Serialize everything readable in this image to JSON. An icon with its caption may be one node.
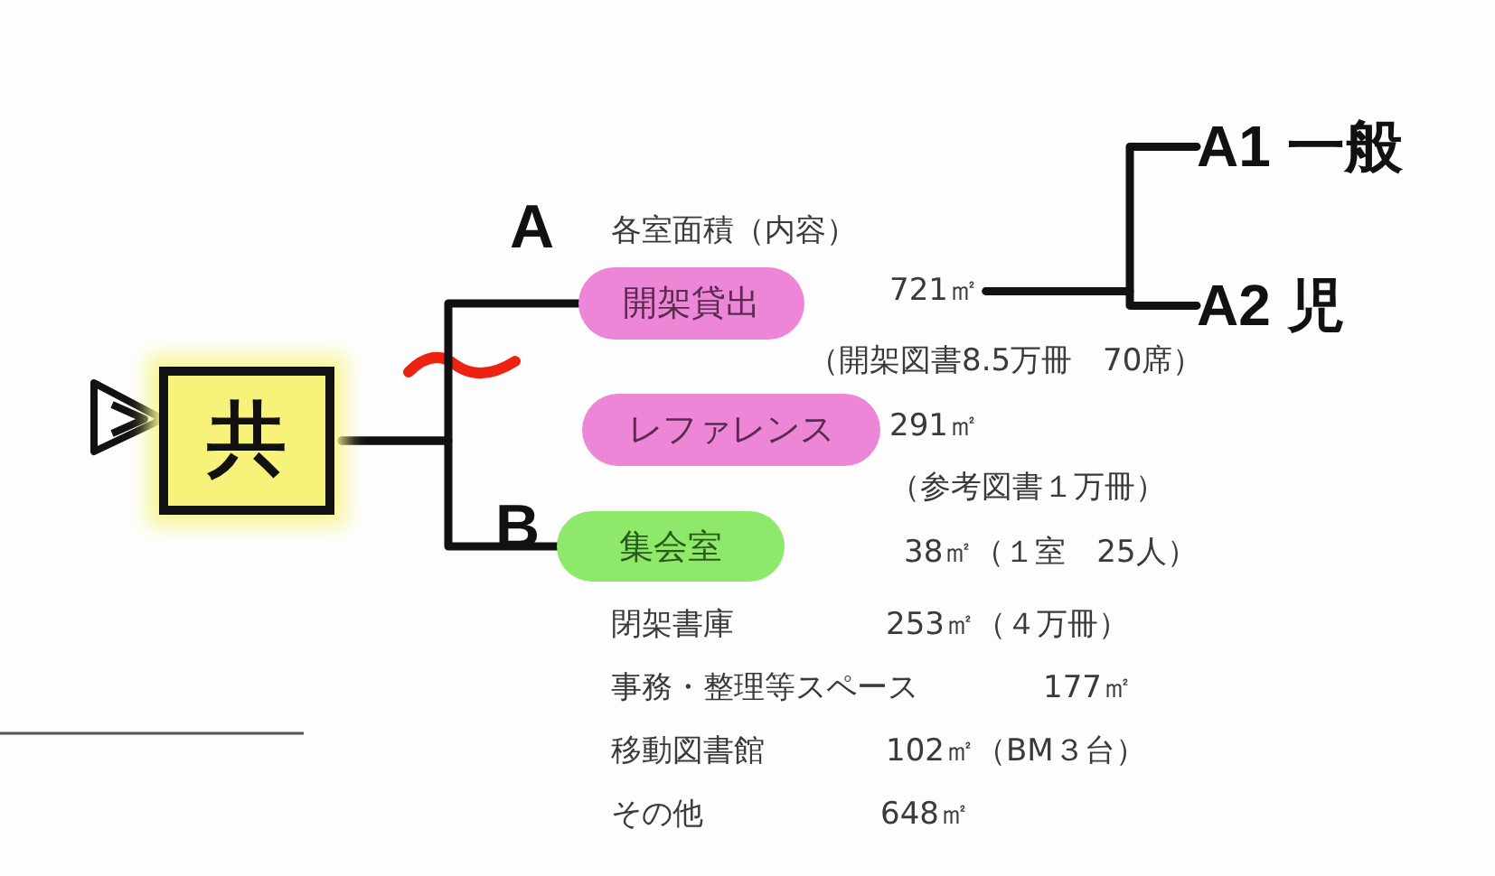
{
  "diagram": {
    "nodes": [
      {
        "text": [
          "共"
        ]
      },
      {
        "text": [
          "開架貸出"
        ]
      },
      {
        "text": [
          "レファレンス"
        ],
        "beside": [
          "291㎡"
        ]
      },
      {
        "text": [
          "集会室"
        ]
      },
      {
        "text": [
          "721㎡"
        ]
      },
      {
        "text": [
          "A1 一般"
        ]
      },
      {
        "text": [
          "A2 児"
        ]
      }
    ],
    "edges": [
      {
        "from": 0,
        "to": 1,
        "arrow": "none"
      },
      {
        "from": 0,
        "to": 3,
        "arrow": "none"
      },
      {
        "from": 4,
        "to": 5,
        "arrow": "none"
      },
      {
        "from": 4,
        "to": 6,
        "arrow": "none"
      }
    ],
    "labels": [
      "A",
      "各室面積（内容）",
      "（開架図書8.5万冊　70席）",
      "（参考図書１万冊）",
      "B",
      "38㎡（１室　25人）",
      "閉架書庫",
      "253㎡（４万冊）",
      "事務・整理等スペース",
      "177㎡",
      "移動図書館",
      "102㎡（BM３台）",
      "その他",
      "648㎡"
    ]
  }
}
